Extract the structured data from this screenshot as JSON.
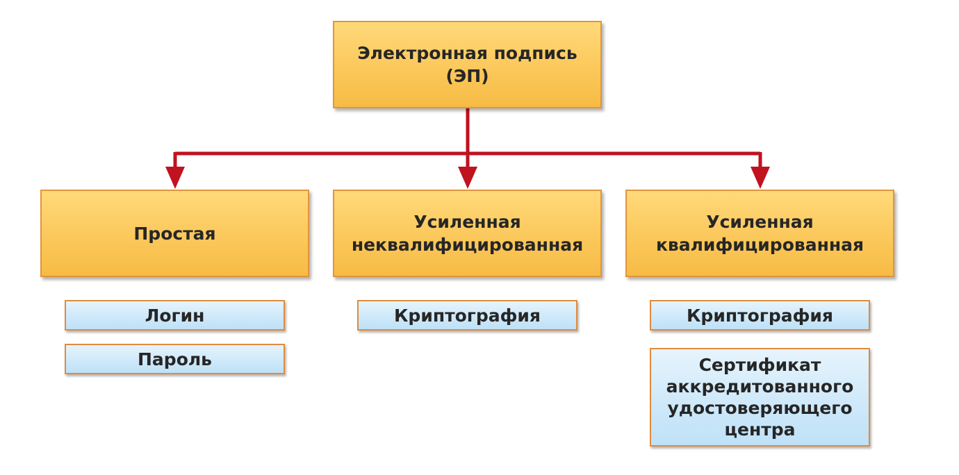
{
  "diagram": {
    "root": {
      "line1": "Электронная подпись",
      "line2": "(ЭП)"
    },
    "types": [
      {
        "lines": [
          "Простая"
        ]
      },
      {
        "lines": [
          "Усиленная",
          "неквалифицированная"
        ]
      },
      {
        "lines": [
          "Усиленная",
          "квалифицированная"
        ]
      }
    ],
    "simple_items": [
      {
        "label": "Логин"
      },
      {
        "label": "Пароль"
      }
    ],
    "unqualified_items": [
      {
        "label": "Криптография"
      }
    ],
    "qualified_items": [
      {
        "label": "Криптография"
      },
      {
        "lines": [
          "Сертификат",
          "аккредитованного",
          "удостоверяющего",
          "центра"
        ]
      }
    ]
  },
  "colors": {
    "arrow": "#c0121f",
    "main_fill": "#fbc85b",
    "main_border": "#e1953b",
    "sub_fill": "#cfe9fa",
    "sub_border": "#e08b3d"
  }
}
